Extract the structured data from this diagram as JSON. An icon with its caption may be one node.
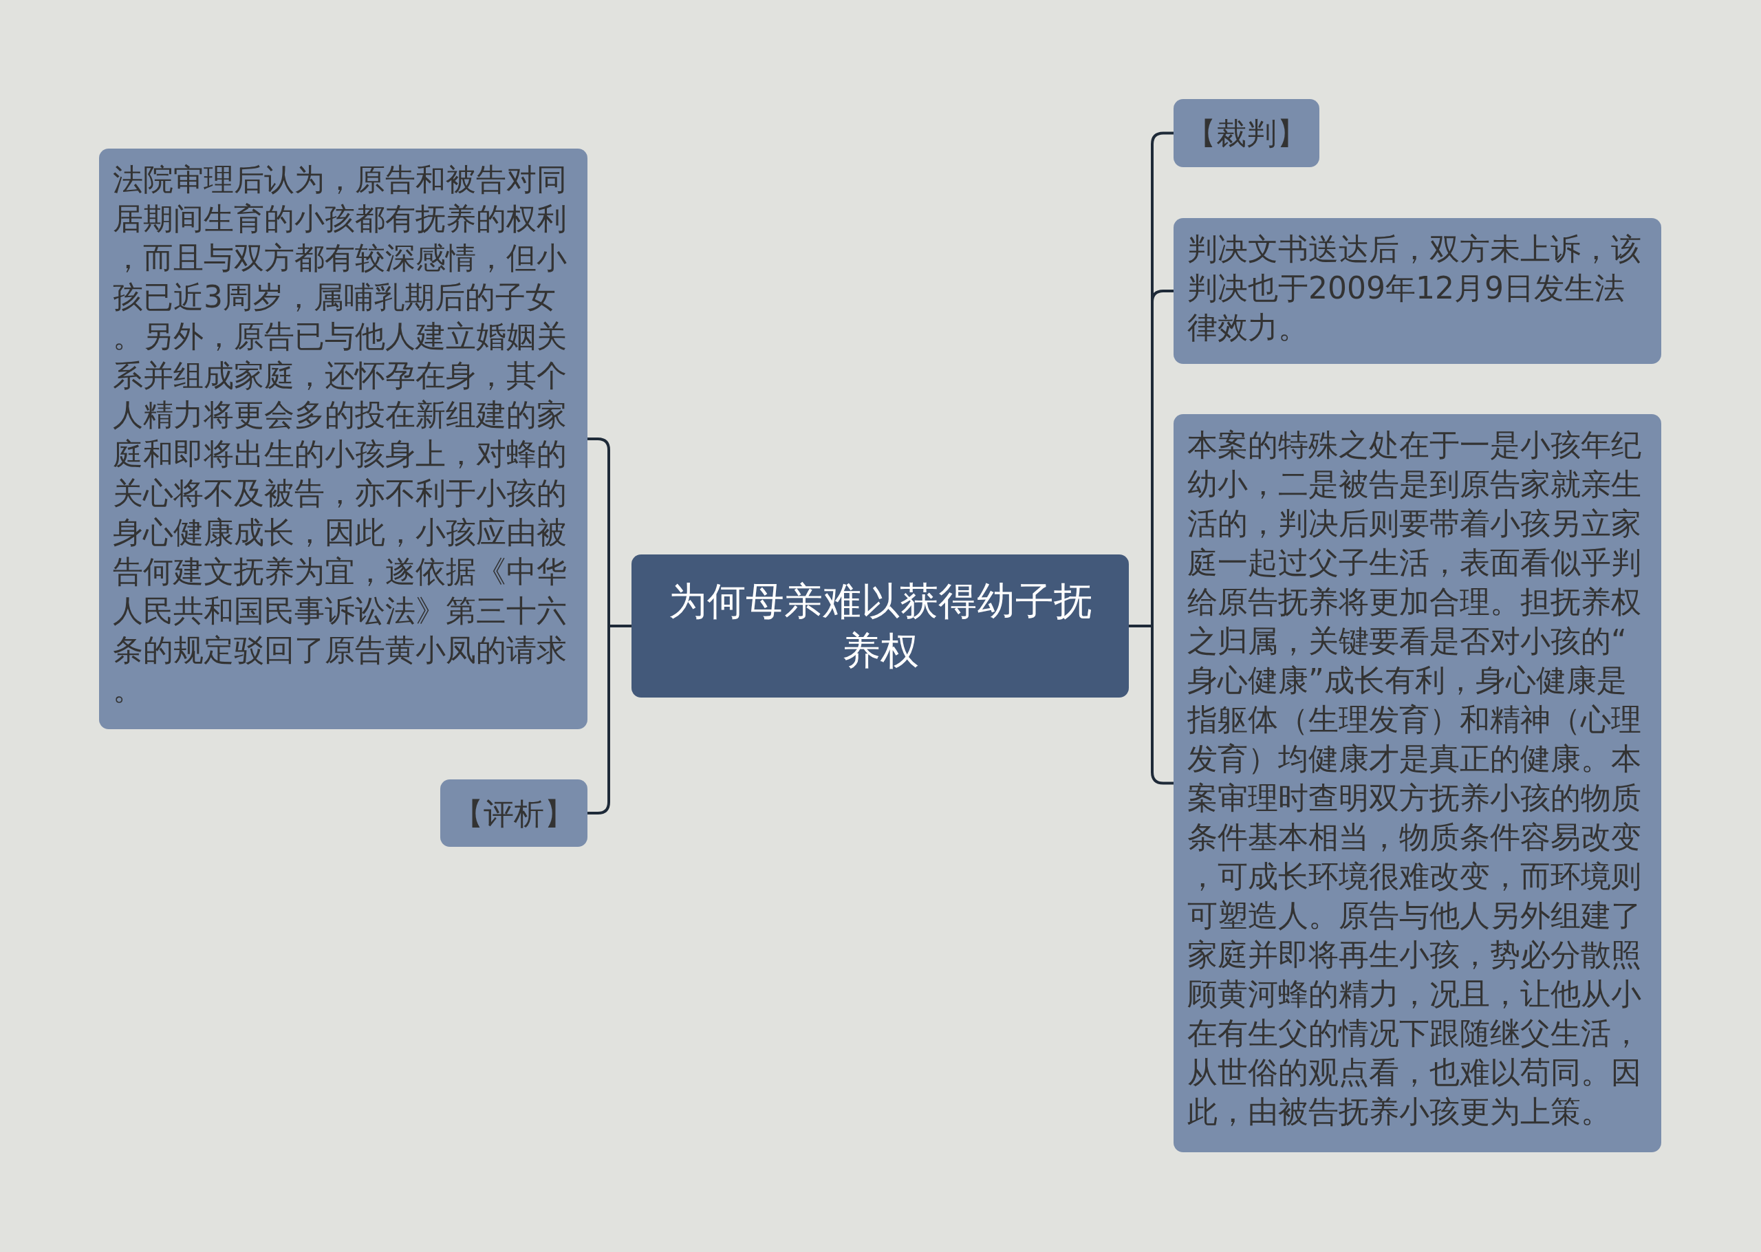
{
  "diagram": {
    "nodes": [
      {
        "text": [
          "为何母亲难以获得幼子抚养权"
        ]
      },
      {
        "text": [
          "法院审理后认为，原告和被告对同居期间生育的小孩都有抚养的权利，而且与双方都有较深感情，但小孩已近3周岁，属哺乳期后的子女。另外，原告已与他人建立婚姻关系并组成家庭，还怀孕在身，其个人精力将更会多的投在新组建的家庭和即将出生的小孩身上，对蜂的关心将不及被告，亦不利于小孩的身心健康成长，因此，小孩应由被告何建文抚养为宜，遂依据《中华人民共和国民事诉讼法》第三十六条的规定驳回了原告黄小凤的请求。"
        ]
      },
      {
        "text": [
          "【评析】"
        ]
      },
      {
        "text": [
          "【裁判】"
        ]
      },
      {
        "text": [
          "判决文书送达后，双方未上诉，该判决也于2009年12月9日发生法律效力。"
        ]
      },
      {
        "text": [
          "本案的特殊之处在于一是小孩年纪幼小，二是被告是到原告家就亲生活的，判决后则要带着小孩另立家庭一起过父子生活，表面看似乎判给原告抚养将更加合理。担抚养权之归属，关键要看是否对小孩的“身心健康”成长有利，身心健康是指躯体（生理发育）和精神（心理发育）均健康才是真正的健康。本案审理时查明双方抚养小孩的物质条件基本相当，物质条件容易改变，可成长环境很难改变，而环境则可塑造人。原告与他人另外组建了家庭并即将再生小孩，势必分散照顾黄河蜂的精力，况且，让他从小在有生父的情况下跟随继父生活，从世俗的观点看，也难以苟同。因此，由被告抚养小孩更为上策。"
        ]
      }
    ],
    "edges": [
      {
        "from": 0,
        "to": 1,
        "arrow": "none"
      },
      {
        "from": 0,
        "to": 2,
        "arrow": "none"
      },
      {
        "from": 0,
        "to": 3,
        "arrow": "none"
      },
      {
        "from": 0,
        "to": 4,
        "arrow": "none"
      },
      {
        "from": 0,
        "to": 5,
        "arrow": "none"
      }
    ]
  }
}
